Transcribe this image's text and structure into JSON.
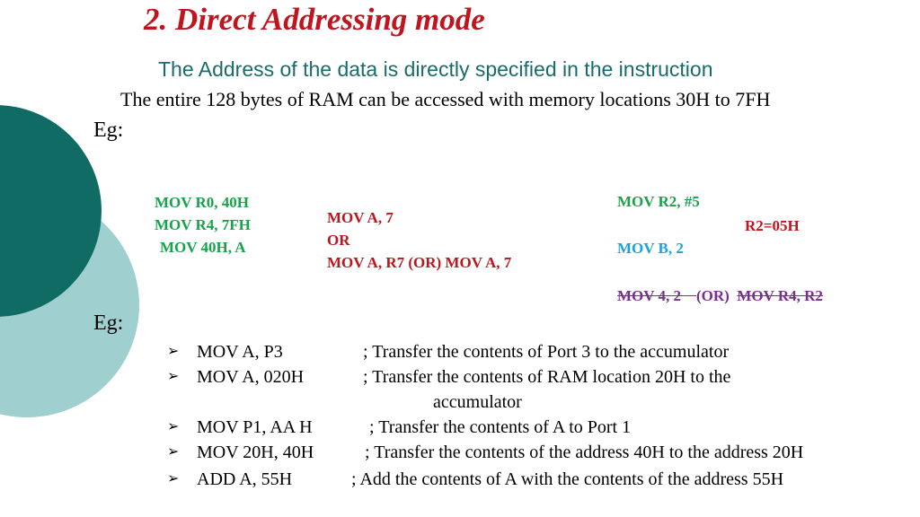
{
  "title": "2. Direct Addressing mode",
  "subtitle": "The Address of the data is directly specified in the instruction",
  "description": "The entire 128 bytes of  RAM can be accessed with memory locations 30H to 7FH",
  "eg_label_1": "Eg:",
  "eg_label_2": "Eg:",
  "block_green": [
    "MOV R0, 40H",
    "MOV R4, 7FH",
    "MOV  40H, A"
  ],
  "block_red": [
    "MOV  A, 7",
    "OR",
    "MOV A, R7  (OR)   MOV   A, 7"
  ],
  "block_right": {
    "line1": "MOV R2, #5",
    "line2": "R2=05H",
    "line3": "MOV  B, 2",
    "line4_a": "MOV  4, 2",
    "line4_b": "(OR)",
    "line4_c": "MOV  R4, R2"
  },
  "examples": [
    {
      "instruction": "MOV  A,  P3",
      "comment": "; Transfer the contents of  Port 3 to the accumulator"
    },
    {
      "instruction": "MOV  A,  020H",
      "comment": "; Transfer the contents of  RAM location 20H to the",
      "continuation": "accumulator"
    },
    {
      "instruction": "MOV   P1, AA H",
      "comment": "; Transfer the contents of  A to Port 1"
    },
    {
      "instruction": "MOV   20H, 40H",
      "comment": ";  Transfer the contents of  the address  40H to the address 20H"
    },
    {
      "instruction": "ADD   A,  55H",
      "comment": ";  Add  the contents of  A with the contents of the address  55H"
    }
  ],
  "colors": {
    "title": "#c0141e",
    "subtitle": "#1a6b6b",
    "code_green": "#16a34a",
    "code_red": "#c0141e",
    "code_blue": "#1aa3d8",
    "code_purple": "#7a2f8f",
    "deco_dark": "#0f6b63",
    "deco_light": "#9fcfce"
  },
  "icons": {
    "bullet": "arrow-bullet-icon"
  }
}
